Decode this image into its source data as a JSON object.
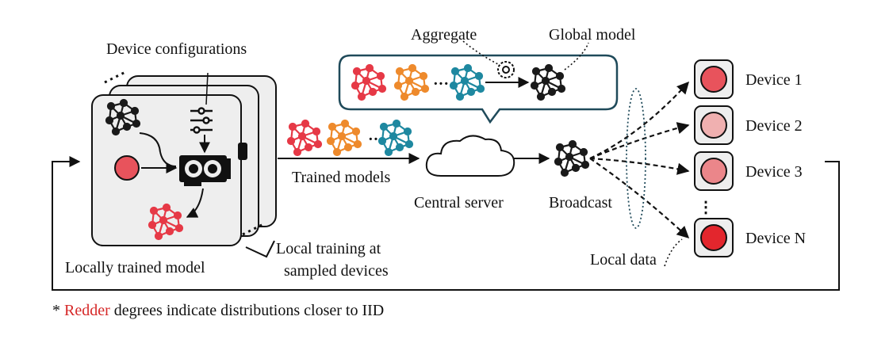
{
  "labels": {
    "aggregate": "Aggregate",
    "global_model": "Global model",
    "device_configurations": "Device configurations",
    "trained_models": "Trained models",
    "central_server": "Central server",
    "broadcast": "Broadcast",
    "locally_trained_model": "Locally trained model",
    "local_training_line1": "Local training at",
    "local_training_line2": "sampled devices",
    "local_data": "Local data"
  },
  "devices": [
    {
      "label": "Device 1",
      "color": "#e8535c"
    },
    {
      "label": "Device 2",
      "color": "#f0b0b0"
    },
    {
      "label": "Device 3",
      "color": "#eb868a"
    },
    {
      "label": "Device N",
      "color": "#e3262d"
    }
  ],
  "footnote": {
    "prefix": "* ",
    "highlight": "Redder",
    "rest": " degrees indicate distributions closer to IID"
  },
  "colors": {
    "red_model": "#e63946",
    "orange_model": "#ee8a2c",
    "teal_model": "#1e88a0",
    "black_model": "#1a1a1a",
    "panel_fill": "#eeeeee",
    "bubble_stroke": "#1f4a5a",
    "footnote_highlight": "#d62828"
  },
  "icons": [
    "neural-network-icon",
    "gpu-icon",
    "sliders-icon",
    "gear-icon",
    "cloud-icon"
  ]
}
